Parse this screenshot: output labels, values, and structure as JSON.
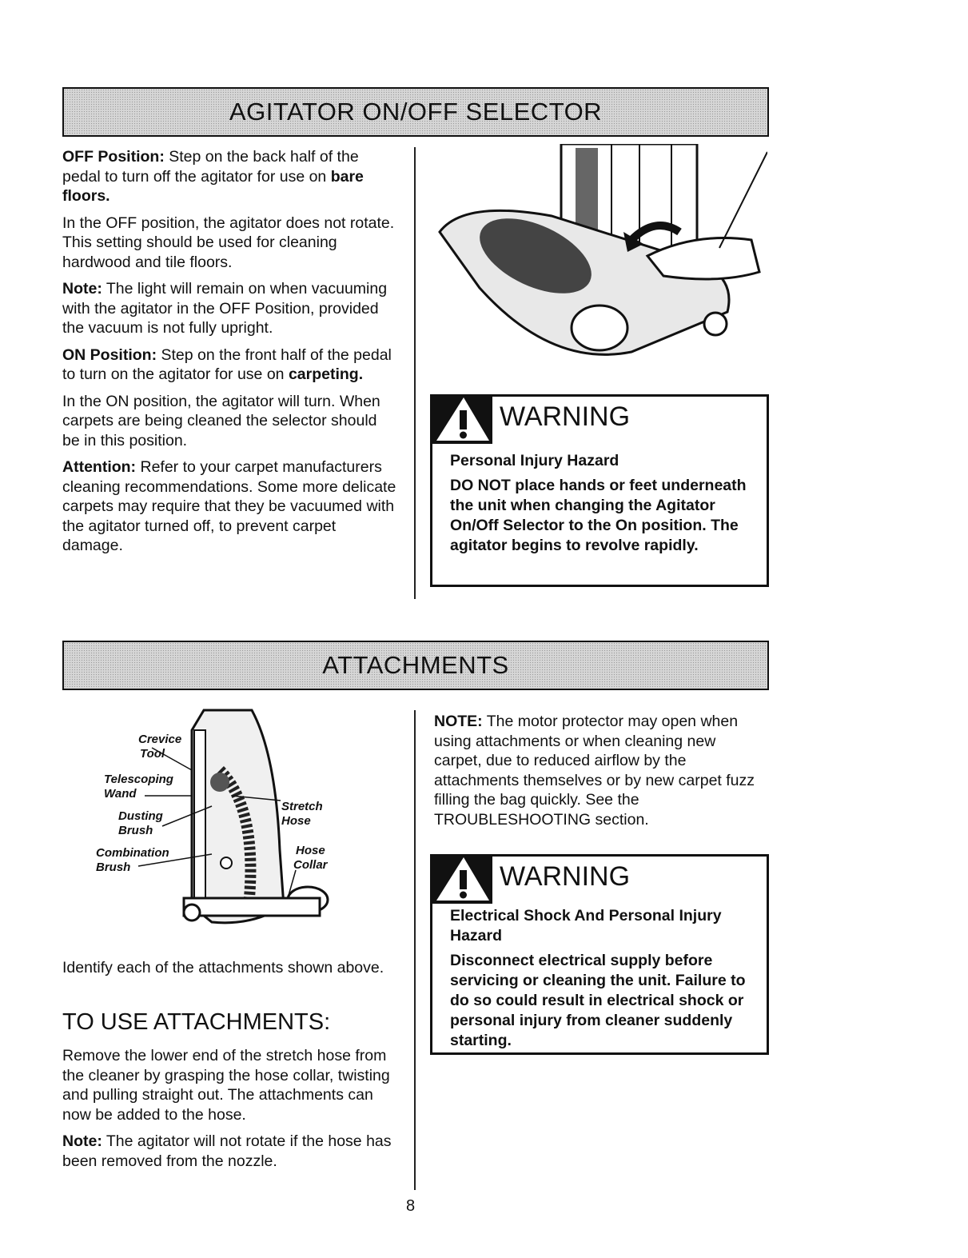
{
  "agitator": {
    "title": "AGITATOR ON/OFF SELECTOR",
    "p1_label": "OFF Position:",
    "p1_text_a": " Step on the back half of the pedal to turn off the agitator for use on ",
    "p1_bold": "bare floors.",
    "p2": "In the OFF position, the agitator does not rotate. This setting should be used for cleaning hardwood and tile floors.",
    "p3_label": "Note:",
    "p3_text": " The light will remain on when vacuuming with the agitator in the OFF Position, provided the vacuum is not fully upright.",
    "p4_label": "ON Position:",
    "p4_text_a": " Step on the front half of the pedal to turn on the agitator for use on ",
    "p4_bold": "carpeting.",
    "p5": "In the ON position, the agitator will turn. When carpets are being cleaned the selector should be in this position.",
    "p6_label": "Attention:",
    "p6_text": " Refer to your carpet manufacturers cleaning recommendations. Some more delicate carpets may require that they be vacuumed with the agitator turned off, to prevent carpet damage."
  },
  "warning1": {
    "title": "WARNING",
    "line1": "Personal Injury Hazard",
    "line2": "DO NOT place hands or feet underneath the unit when changing the Agitator On/Off Selector to the On position. The agitator begins to revolve rapidly."
  },
  "attachments": {
    "title": "ATTACHMENTS",
    "labels": {
      "crevice": "Crevice",
      "tool": "Tool",
      "telescoping": "Telescoping",
      "wand": "Wand",
      "dusting": "Dusting",
      "brush1": "Brush",
      "combination": "Combination",
      "brush2": "Brush",
      "stretch": "Stretch",
      "hose1": "Hose",
      "hose2": "Hose",
      "collar": "Collar"
    },
    "identify": "Identify each of the attachments shown above.",
    "subheading": "TO USE ATTACHMENTS:",
    "use_text": "Remove the lower end of the stretch hose from the cleaner by grasping the hose collar, twisting and pulling straight out. The attachments can now be added to the hose.",
    "note_label": "Note:",
    "note_text": " The agitator will not rotate if the hose has been removed from the nozzle.",
    "note2_label": "NOTE:",
    "note2_text": " The motor protector may open when using attachments or when cleaning new carpet, due to reduced airflow by the attachments themselves or by new carpet fuzz filling the bag quickly. See the TROUBLESHOOTING section."
  },
  "warning2": {
    "title": "WARNING",
    "line1": "Electrical Shock And Personal Injury Hazard",
    "line2": "Disconnect electrical supply before servicing or cleaning the unit. Failure to do so could result in electrical shock or personal injury from cleaner suddenly starting."
  },
  "page_number": "8"
}
